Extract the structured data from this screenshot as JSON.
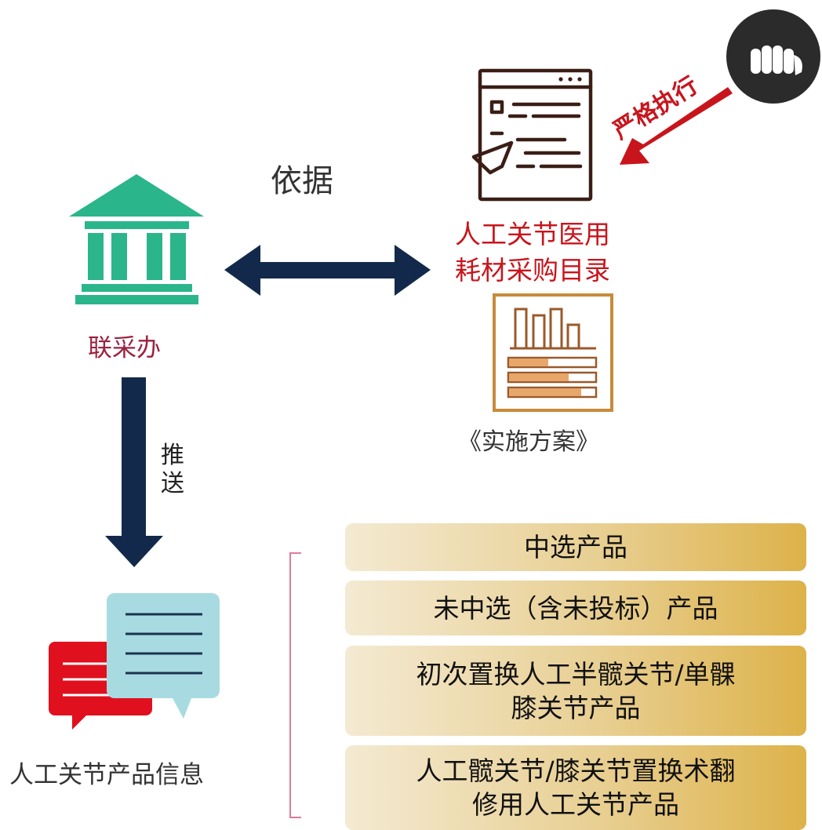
{
  "labels": {
    "basis": "依据",
    "joint_procurement_office": "联采办",
    "catalog_line1": "人工关节医用",
    "catalog_line2": "耗材采购目录",
    "implementation_plan": "《实施方案》",
    "push_line1": "推",
    "push_line2": "送",
    "product_info": "人工关节产品信息",
    "strict_execution": "严格执行"
  },
  "product_categories": [
    {
      "lines": [
        "中选产品"
      ]
    },
    {
      "lines": [
        "未中选（含未投标）产品"
      ]
    },
    {
      "lines": [
        "初次置换人工半髋关节/单髁",
        "膝关节产品"
      ]
    },
    {
      "lines": [
        "人工髋关节/膝关节置换术翻",
        "修用人工关节产品"
      ]
    }
  ],
  "icons": [
    "government-building-icon",
    "document-pointer-icon",
    "bar-chart-report-icon",
    "chat-bubbles-icon",
    "fist-icon"
  ],
  "colors": {
    "building": "#2bb58a",
    "navy_arrow": "#13294b",
    "red_arrow": "#c8151c",
    "catalog_text": "#c8151c",
    "office_text": "#9b2242",
    "plan_icon": "#c88a3a",
    "box_gradient_start": "#f4ead2",
    "box_gradient_end": "#ddb24a",
    "bubble_red": "#e0101e",
    "bubble_blue": "#a8dbe1",
    "bracket": "#e07a9a"
  }
}
